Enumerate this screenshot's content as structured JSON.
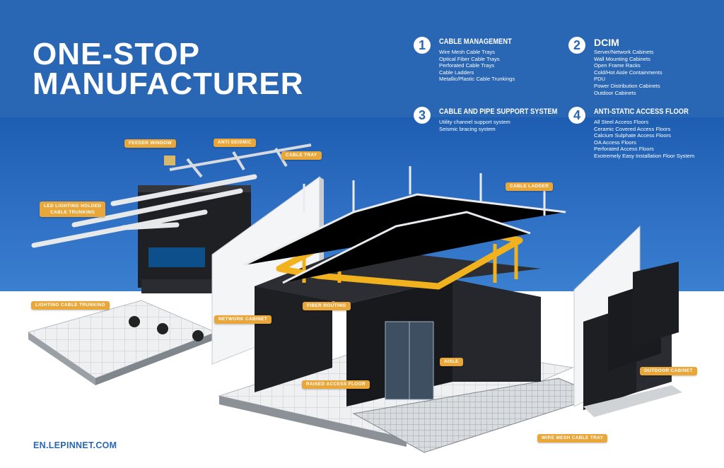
{
  "headline": {
    "line1": "ONE-STOP",
    "line2": "MANUFACTURER"
  },
  "services": [
    {
      "number": "1",
      "title": "CABLE MANAGEMENT",
      "items": [
        "Wire Mesh Cable Trays",
        "Optical Fiber Cable Trays",
        "Perforated Cable Trays",
        "Cable Ladders",
        "Metallic/Plastic Cable Trunkings"
      ]
    },
    {
      "number": "2",
      "title": "DCIM",
      "items": [
        "Server/Network Cabinets",
        "Wall Mounting Cabinets",
        "Open Frame Racks",
        "Cold/Hot Aisle Containments",
        "PDU",
        "Power Distribution Cabinets",
        "Outdoor Cabinets"
      ]
    },
    {
      "number": "3",
      "title": "CABLE AND PIPE SUPPORT SYSTEM",
      "items": [
        "Utility channel support system",
        "Seismic bracing system"
      ]
    },
    {
      "number": "4",
      "title": "ANTI-STATIC ACCESS FLOOR",
      "items": [
        "All Steel Access Floors",
        "Ceramic Covered Access Floors",
        "Calcium Sulphate Access Floors",
        "OA Access Floors",
        "Perforated Access Floors",
        "Exotremely Easy Installation Floor System"
      ]
    }
  ],
  "scene_labels": {
    "feeder_window": "FEEDER WINDOW",
    "anti_seismic": "ANTI SEISMIC",
    "cable_tray": "CABLE TRAY",
    "led_trunking_1": "LED LIGHTING HOLDED",
    "led_trunking_2": "CABLE TRUNKING",
    "cable_ladder": "CABLE LADDER",
    "lighting_trunking": "LIGHTING CABLE TRUNKING",
    "network_cabinet": "NETWORK CABINET",
    "fiber_routing": "FIBER ROUTING",
    "raised_floor": "RAISED ACCESS FLOOR",
    "aisle": "AISLE",
    "outdoor_cabinet": "OUTDOOR CABINET",
    "wire_mesh_tray": "WIRE MESH CABLE TRAY"
  },
  "footer": {
    "url": "EN.LEPINNET.COM"
  },
  "colors": {
    "brand_blue": "#2966b3",
    "accent_orange": "#e9a73a",
    "cable_yellow": "#f2b21e",
    "cabinet_black": "#1f2024"
  }
}
